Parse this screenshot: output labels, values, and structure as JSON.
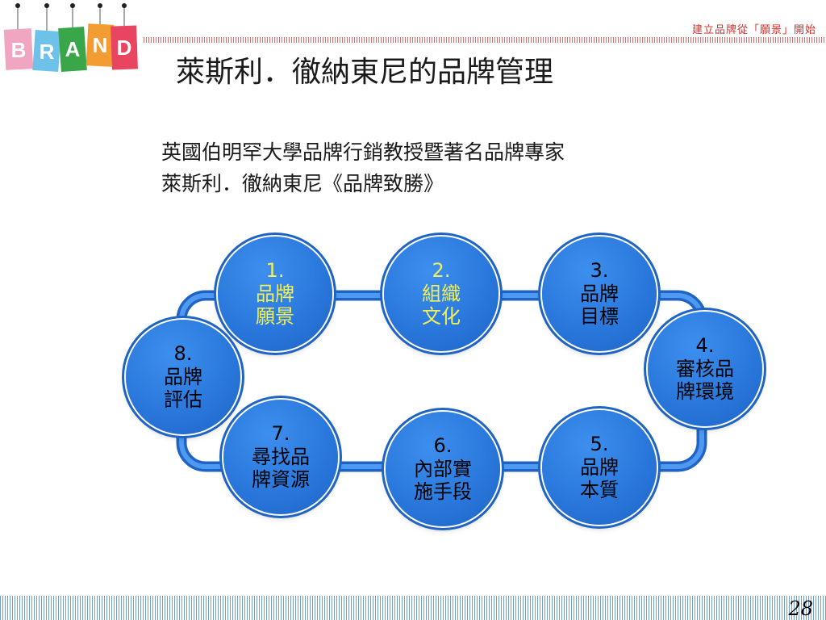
{
  "header": {
    "tagline": "建立品牌從「願景」開始",
    "title": "萊斯利．徹納東尼的品牌管理",
    "logo_letters": [
      "B",
      "R",
      "A",
      "N",
      "D"
    ]
  },
  "subtitle": {
    "line1": "英國伯明罕大學品牌行銷教授暨著名品牌專家",
    "line2": "萊斯利．徹納東尼《品牌致勝》"
  },
  "cycle": {
    "node1": {
      "num": "1.",
      "label1": "品牌",
      "label2": "願景"
    },
    "node2": {
      "num": "2.",
      "label1": "組織",
      "label2": "文化"
    },
    "node3": {
      "num": "3.",
      "label1": "品牌",
      "label2": "目標"
    },
    "node4": {
      "num": "4.",
      "label1": "審核品",
      "label2": "牌環境"
    },
    "node5": {
      "num": "5.",
      "label1": "品牌",
      "label2": "本質"
    },
    "node6": {
      "num": "6.",
      "label1": "內部實",
      "label2": "施手段"
    },
    "node7": {
      "num": "7.",
      "label1": "尋找品",
      "label2": "牌資源"
    },
    "node8": {
      "num": "8.",
      "label1": "品牌",
      "label2": "評估"
    }
  },
  "colors": {
    "node_fill": "#2a78dc",
    "highlight_text": "#f2f05a",
    "tagline": "#d0312d"
  },
  "footer": {
    "page_number": "28"
  }
}
